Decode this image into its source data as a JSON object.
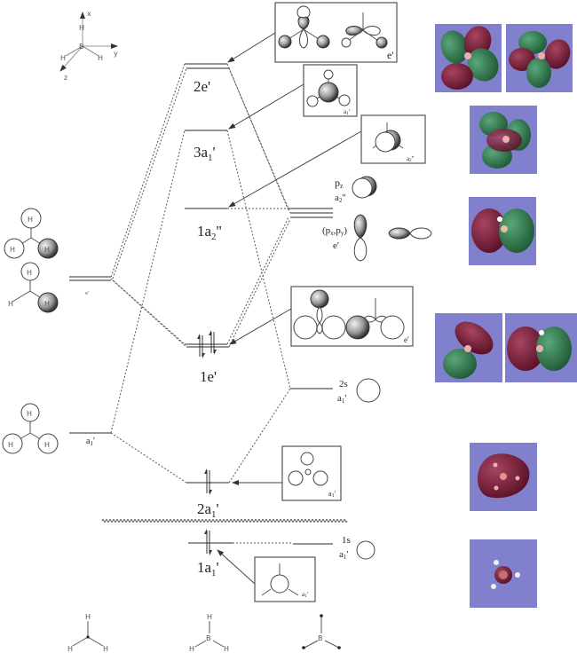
{
  "axes": {
    "x": "x",
    "y": "y",
    "z": "z",
    "center": "B",
    "h": "H"
  },
  "mo_levels": [
    {
      "id": "2e",
      "label_main": "2e'",
      "label_sub": ""
    },
    {
      "id": "3a1",
      "label_main": "3a",
      "label_sub": "1",
      "label_suffix": "'"
    },
    {
      "id": "1a2",
      "label_main": "1a",
      "label_sub": "2",
      "label_suffix": "''"
    },
    {
      "id": "1e",
      "label_main": "1e'",
      "label_sub": ""
    },
    {
      "id": "2a1",
      "label_main": "2a",
      "label_sub": "1",
      "label_suffix": "'"
    },
    {
      "id": "1a1",
      "label_main": "1a",
      "label_sub": "1",
      "label_suffix": "'"
    }
  ],
  "left_fragment": {
    "e_label": "e'",
    "a1_label": "a",
    "a1_sub": "1",
    "a1_suffix": "'",
    "atom": "H"
  },
  "right_fragment": {
    "pz_label": "p",
    "pz_sub": "z",
    "a2_label": "a",
    "a2_sub": "2",
    "a2_suffix": "''",
    "pxpy_label": "(p",
    "pxpy_sub1": "x",
    "pxpy_mid": ",p",
    "pxpy_sub2": "y",
    "pxpy_end": ")",
    "e_label": "e'",
    "s2_label": "2s",
    "s2_sym": "a",
    "s2_sub": "1",
    "s2_suffix": "'",
    "s1_label": "1s",
    "s1_sym": "a",
    "s1_sub": "1",
    "s1_suffix": "'"
  },
  "boxes": {
    "box_2e": {
      "sym": "e'"
    },
    "box_3a1": {
      "sym": "a",
      "sub": "1",
      "suffix": "'"
    },
    "box_1a2": {
      "sym": "a",
      "sub": "2",
      "suffix": "''"
    },
    "box_1e": {
      "sym": "e'"
    },
    "box_2a1": {
      "sym": "a",
      "sub": "1",
      "suffix": "'"
    },
    "box_1a1": {
      "sym": "a",
      "sub": "1",
      "suffix": "'"
    }
  },
  "bottom_structures": {
    "h3": {
      "atom": "H"
    },
    "bh3": {
      "center": "B",
      "atom": "H"
    },
    "b": {
      "center": "B"
    }
  },
  "colors": {
    "orbital_bg": "#8080cc",
    "phase_positive": "#2e7a4a",
    "phase_negative": "#7a1f3a"
  }
}
